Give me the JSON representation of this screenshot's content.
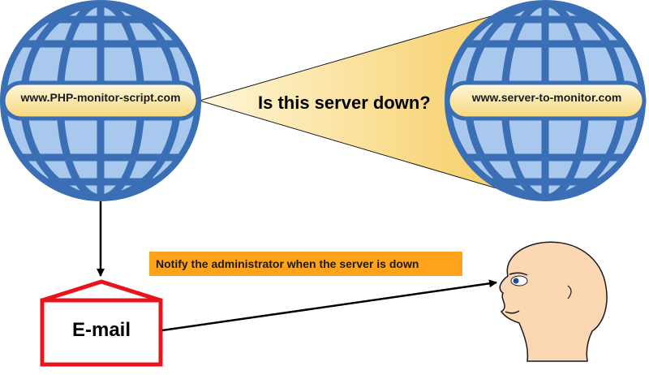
{
  "nodes": {
    "monitor_script": {
      "label": "www.PHP-monitor-script.com"
    },
    "target_server": {
      "label": "www.server-to-monitor.com"
    },
    "email": {
      "label": "E-mail"
    },
    "administrator": {
      "icon": "person-head-icon"
    }
  },
  "edges": {
    "check": {
      "label": "Is this server down?"
    },
    "notify": {
      "label": "Notify the administrator when the server is down"
    }
  },
  "colors": {
    "globe_fill": "#a8c8ee",
    "globe_line": "#3a6fb5",
    "band_fill": "#fde9a6",
    "beam_fill": "#fbe3a0",
    "email_border": "#e8141b",
    "notify_fill": "#ffa31a",
    "skin": "#fbd7b4"
  }
}
